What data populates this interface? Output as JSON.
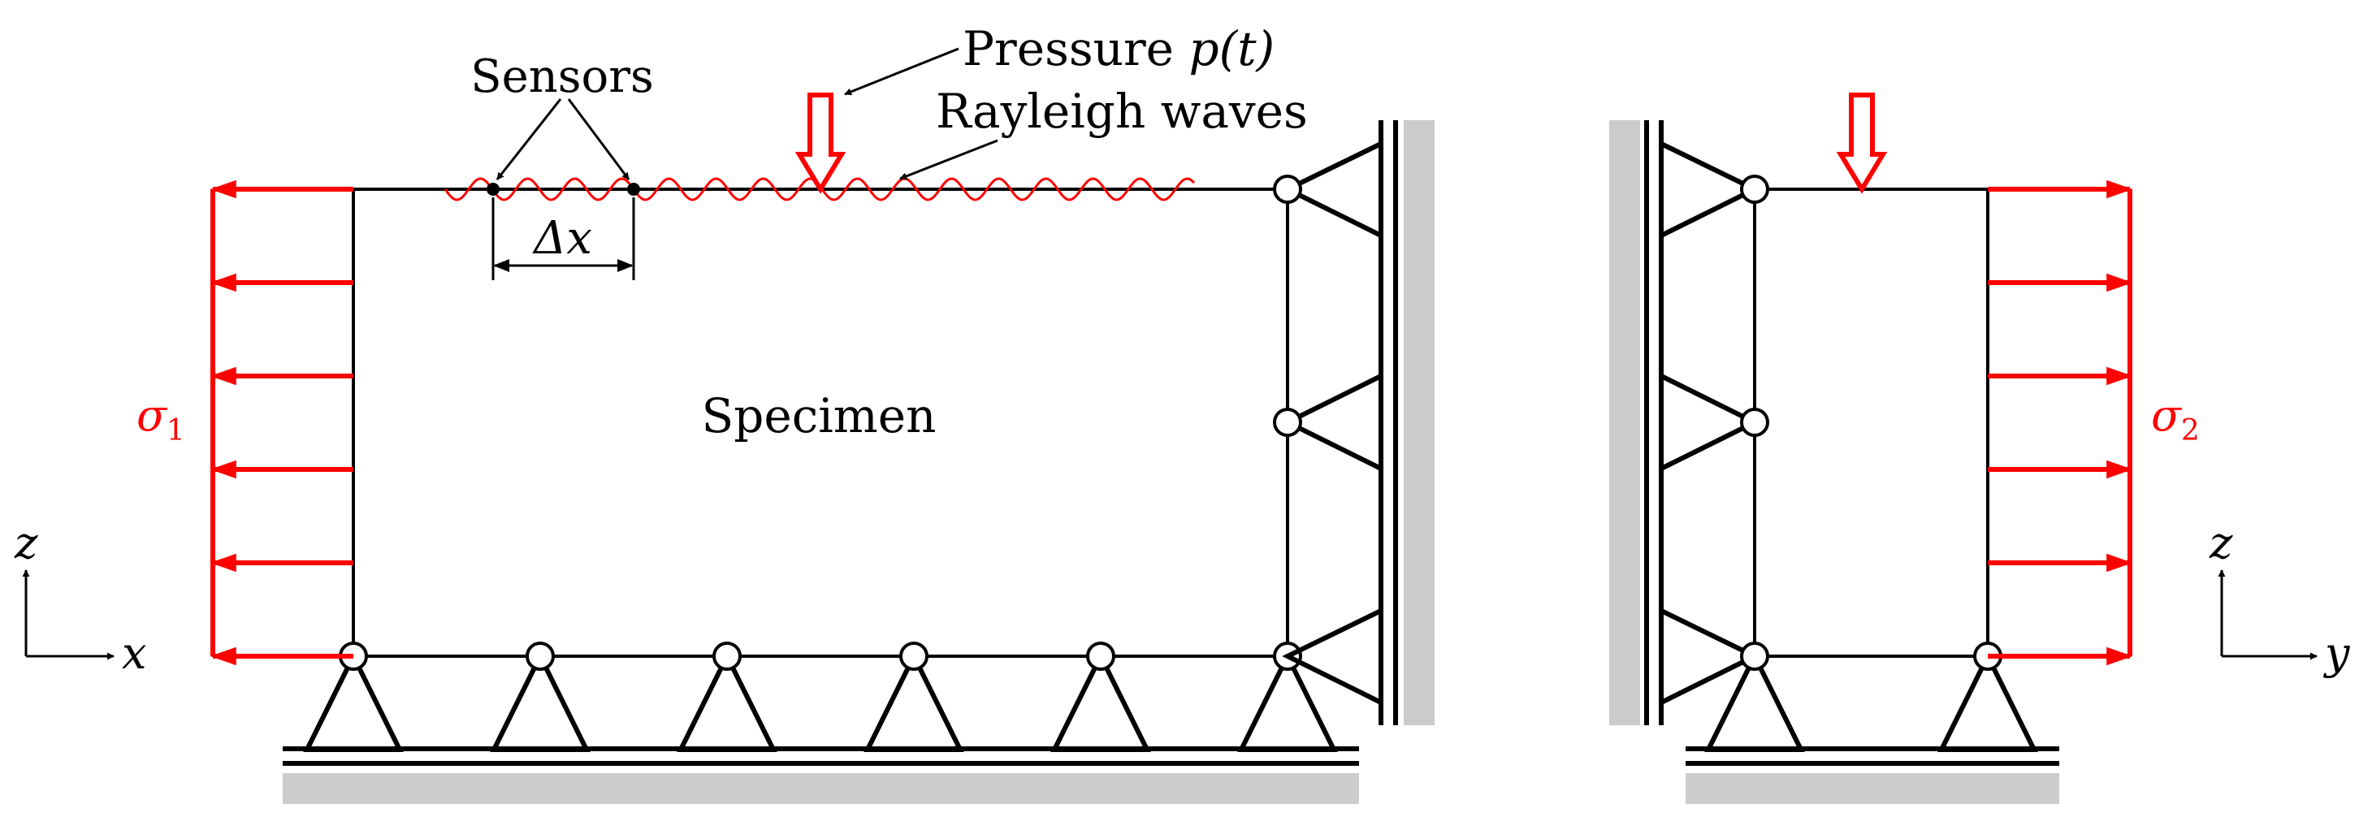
{
  "labels": {
    "sensors": "Sensors",
    "pressure_text": "Pressure ",
    "pressure_sym": "p(t)",
    "rayleigh": "Rayleigh waves",
    "delta_x": "Δx",
    "specimen": "Specimen",
    "sigma1": "σ",
    "sigma1_sub": "1",
    "sigma2": "σ",
    "sigma2_sub": "2",
    "axis_z_left": "z",
    "axis_x": "x",
    "axis_z_right": "z",
    "axis_y": "y"
  },
  "colors": {
    "load": "#ff0000",
    "structure": "#000000",
    "ground": "#cccccc"
  }
}
